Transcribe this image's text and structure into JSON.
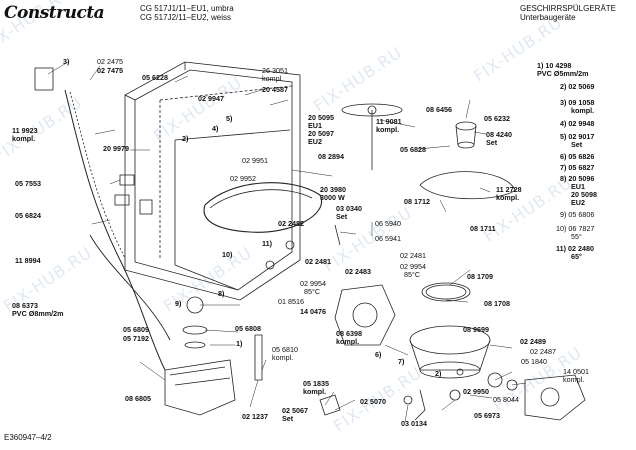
{
  "header": {
    "brand": "Constructa",
    "model_line1": "CG 517J1/11–EU1, umbra",
    "model_line2": "CG 517J2/11–EU2, weiss",
    "category_line1": "GESCHIRRSPÜLGERÄTE",
    "category_line2": "Unterbaugeräte"
  },
  "footer": {
    "doc_id": "E360947–4/2"
  },
  "watermark": "FIX-HUB.RU",
  "parts_list": {
    "p1": [
      "1) 10 4298",
      "PVC Ø5mm/2m"
    ],
    "p2": "2) 02 5069",
    "p3": "3) 09 1058",
    "p3b": "kompl.",
    "p4": "4) 02 9948",
    "p5": "5) 02 9017",
    "p5b": "Set",
    "p6": "6) 05 6826",
    "p7": "7) 05 6827",
    "p8": [
      "8) 20 5096",
      "EU1",
      "20 5098",
      "EU2"
    ],
    "p9": "9) 05 6806",
    "p10": [
      "10) 06 7827",
      "55°"
    ],
    "p11": [
      "11) 02 2480",
      "65°"
    ]
  },
  "callouts": {
    "c_3": "3)",
    "c_022475": "02 2475",
    "c_027475": "02 7475",
    "c_056228": "05 6228",
    "c_263051": [
      "26 3051",
      "kompl."
    ],
    "c_204587": "20 4587",
    "c_029947": "02 9947",
    "c_5": "5)",
    "c_4": "4)",
    "c_119923": [
      "11 9923",
      "kompl."
    ],
    "c_2": "2)",
    "c_209979": "20 9979",
    "c_029951": "02 9951",
    "c_029952": "02 9952",
    "c_205095": [
      "20 5095",
      "EU1",
      "20 5097",
      "EU2"
    ],
    "c_082894": "08 2894",
    "c_057553": "05 7553",
    "c_056824": "05 6824",
    "c_203980": [
      "20 3980",
      "3000 W"
    ],
    "c_030340": [
      "03 0340",
      "Set"
    ],
    "c_118994": "11 8994",
    "c_022482": "02 2482",
    "c_11": "11)",
    "c_10": "10)",
    "c_022481": "02 2481",
    "c_022483": "02 2483",
    "c_029954a": [
      "02 9954",
      "85°C"
    ],
    "c_018516": "01 8516",
    "c_086373": [
      "08 6373",
      "PVC Ø8mm/2m"
    ],
    "c_9": "9)",
    "c_056809": "05 6809",
    "c_057192": "05 7192",
    "c_056808": "05 6808",
    "c_1": "1)",
    "c_8": "8)",
    "c_056810": [
      "05 6810",
      "kompl."
    ],
    "c_086805": "08 6805",
    "c_021237": "02 1237",
    "c_025067": [
      "02 5067",
      "Set"
    ],
    "c_051835": [
      "05 1835",
      "kompl."
    ],
    "c_025070": "02 5070",
    "c_119081": [
      "11 9081",
      "kompl."
    ],
    "c_086456": "08 6456",
    "c_056232": "05 6232",
    "c_084240": [
      "08 4240",
      "Set"
    ],
    "c_056828": "05 6828",
    "c_112728": [
      "11 2728",
      "kompl."
    ],
    "c_081712": "08 1712",
    "c_065940": "06 5940",
    "c_065941": "06 5941",
    "c_081711": "08 1711",
    "c_022481b": "02 2481",
    "c_029954b": [
      "02 9954",
      "85°C"
    ],
    "c_081709": "08 1709",
    "c_081708": "08 1708",
    "c_140476": "14 0476",
    "c_086398": [
      "08 6398",
      "kompl."
    ],
    "c_089699": "08 9699",
    "c_6": "6)",
    "c_7": "7)",
    "c_022489": "02 2489",
    "c_022487": "02 2487",
    "c_051840": "05 1840",
    "c_029950": "02 9950",
    "c_058044": "05 8044",
    "c_140501": [
      "14 0501",
      "kompl."
    ],
    "c_056973": "05 6973",
    "c_030134": "03 0134",
    "c_2b": "2)"
  }
}
